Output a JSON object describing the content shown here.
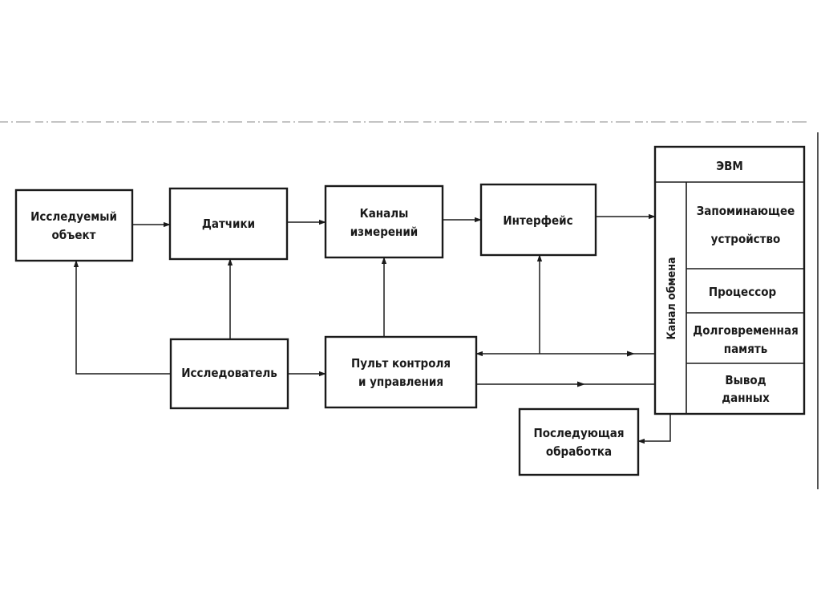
{
  "blocks": {
    "object": [
      "Исследуемый",
      "объект"
    ],
    "sensors": [
      "Датчики"
    ],
    "channels": [
      "Каналы",
      "измерений"
    ],
    "interface": [
      "Интерфейс"
    ],
    "researcher": [
      "Исследователь"
    ],
    "console": [
      "Пульт контроля",
      "и управления"
    ],
    "post": [
      "Последующая",
      "обработка"
    ]
  },
  "computer": {
    "title": "ЭВМ",
    "exchange_channel": "Канал обмена",
    "units": {
      "storage": [
        "Запоминающее",
        "устройство"
      ],
      "processor": [
        "Процессор"
      ],
      "longterm": [
        "Долговременная",
        "память"
      ],
      "output": [
        "Вывод",
        "данных"
      ]
    }
  }
}
